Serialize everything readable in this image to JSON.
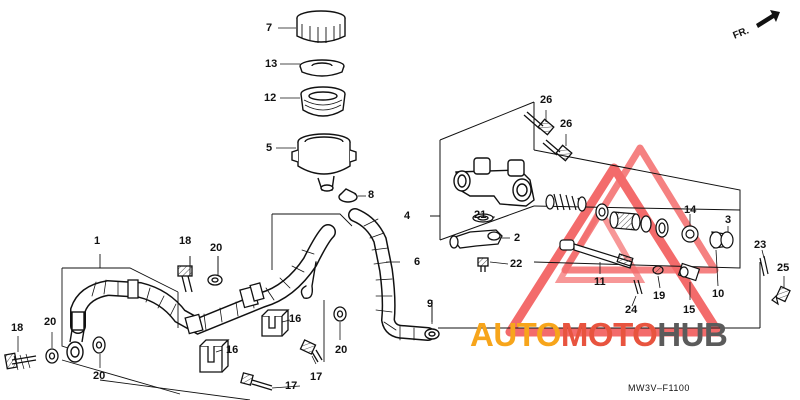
{
  "diagram": {
    "labels": {
      "p1": "1",
      "p2": "2",
      "p3": "3",
      "p4": "4",
      "p5": "5",
      "p6": "6",
      "p7": "7",
      "p8": "8",
      "p9": "9",
      "p10": "10",
      "p11": "11",
      "p12": "12",
      "p13": "13",
      "p14": "14",
      "p15": "15",
      "p16a": "16",
      "p16b": "16",
      "p17a": "17",
      "p17b": "17",
      "p18a": "18",
      "p18b": "18",
      "p19": "19",
      "p20a": "20",
      "p20b": "20",
      "p20c": "20",
      "p20d": "20",
      "p21": "21",
      "p22": "22",
      "p23": "23",
      "p24": "24",
      "p25": "25",
      "p26a": "26",
      "p26b": "26"
    },
    "direction_label": "FR.",
    "figure_code": "MW3V–F1100"
  },
  "watermark": {
    "part1": "AUTO",
    "part2": "MOTO",
    "part3": "HUB",
    "colors": {
      "orange": "#f7a51b",
      "red": "#e8543f",
      "gray": "#5b5b5b"
    }
  }
}
